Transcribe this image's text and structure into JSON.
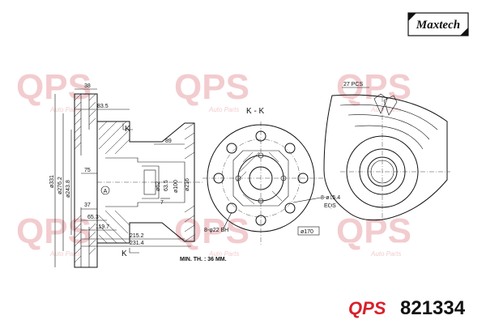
{
  "brand": {
    "logo_text": "Maxtech",
    "watermark_text": "QPS",
    "watermark_sub": "Auto Parts"
  },
  "part": {
    "number": "821334"
  },
  "section_labels": {
    "section": "K - K",
    "k_left_top": "K",
    "k_left_bottom": "K",
    "a_marker": "A"
  },
  "dimensions": {
    "d38": "38",
    "d83_5": "83.5",
    "d89": "89",
    "d75": "75",
    "d37": "37",
    "d65_3": "65.3",
    "d119_7": "119.7",
    "d215_2": "215.2",
    "d231_4": "231.4",
    "phi331": "ø331",
    "phi276_2": "ø276.2",
    "phi243_8": "ø243.8",
    "phi62": "ø62",
    "phi63_5": "63.5",
    "phi100": "ø100",
    "phi216": "ø216",
    "d7": "7",
    "holes_8": "8-ø15.4",
    "eqs": "EQS",
    "threads": "8-φ22 BH",
    "phi170": "ø170",
    "pcs": "27 PCS",
    "min_th": "MIN. TH. : 36 MM."
  },
  "colors": {
    "line": "#111111",
    "watermark": "#e8a3a8",
    "brand_red": "#d8202a"
  }
}
